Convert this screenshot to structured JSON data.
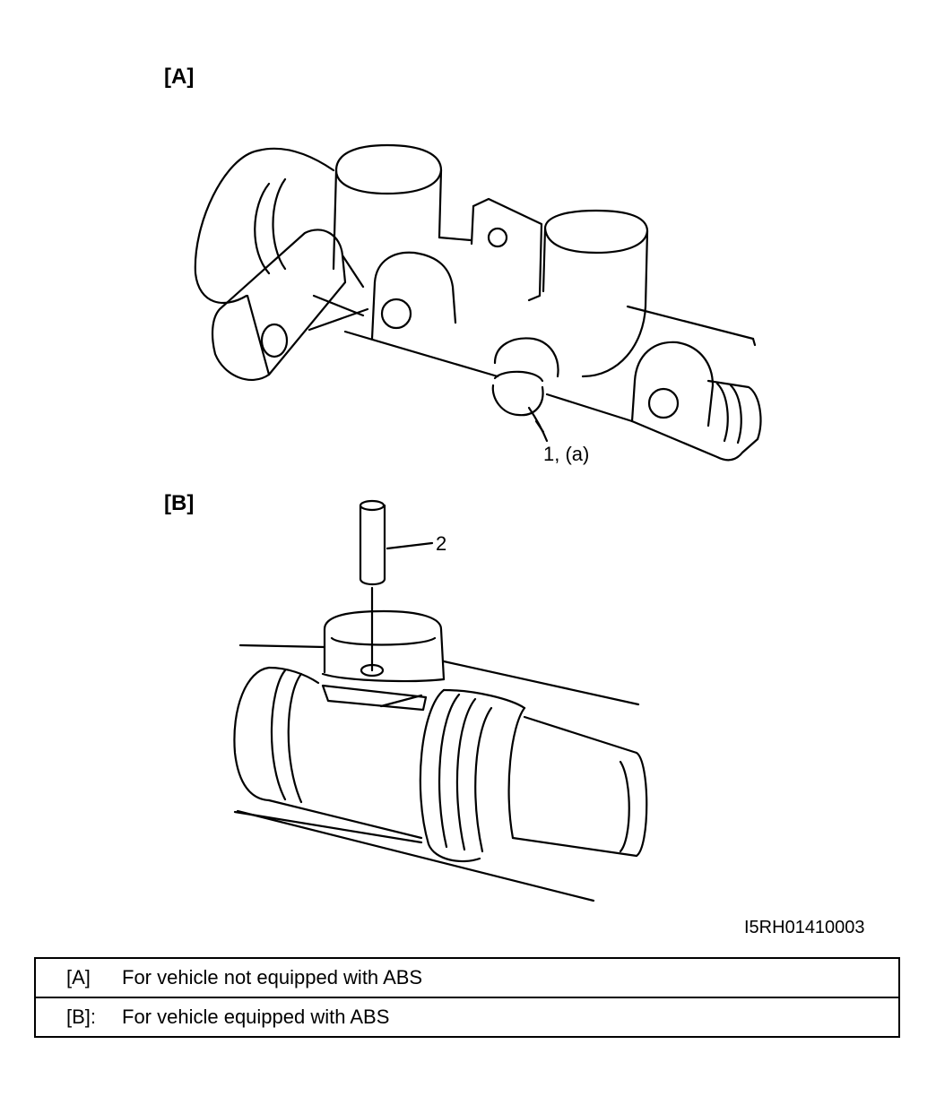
{
  "panels": [
    {
      "label": "[A]"
    },
    {
      "label": "[B]"
    }
  ],
  "callouts": {
    "fitting": "1, (a)",
    "pin": "2"
  },
  "figure_id": "I5RH01410003",
  "legend": [
    {
      "key": "[A]",
      "text": "For vehicle not equipped with ABS"
    },
    {
      "key": "[B]:",
      "text": "For vehicle equipped with ABS"
    }
  ]
}
